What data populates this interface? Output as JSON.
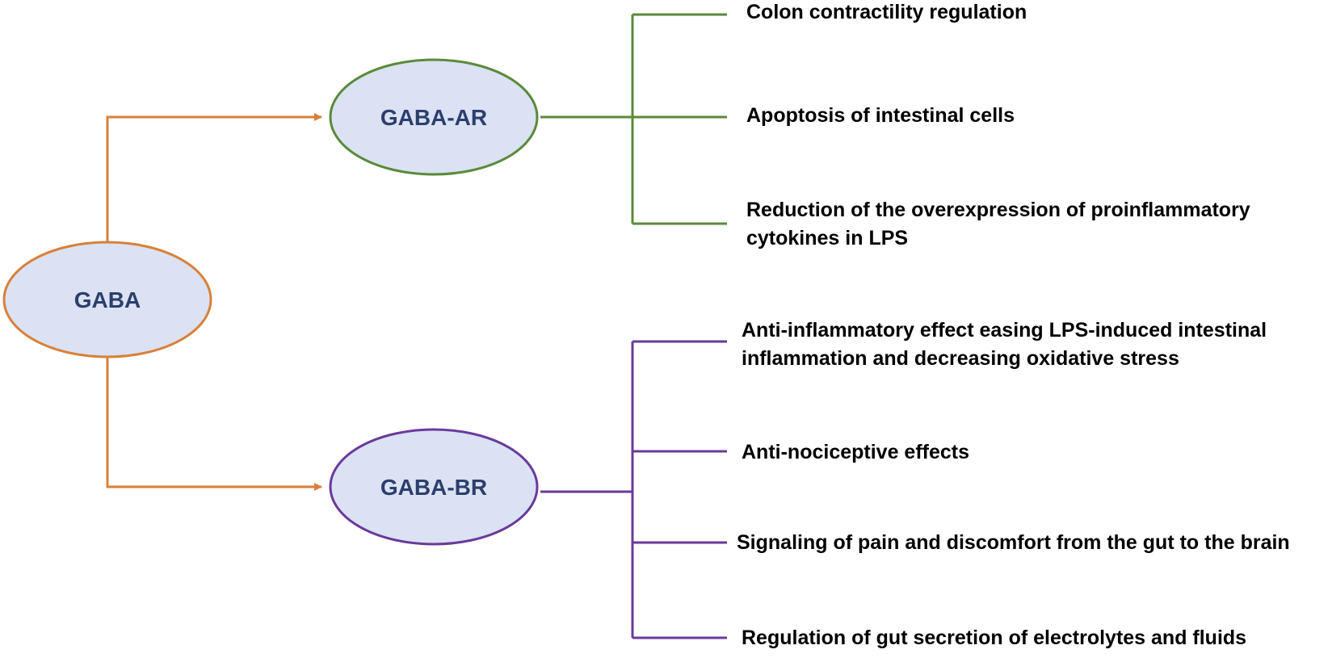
{
  "colors": {
    "gaba": "#d9803a",
    "gaba_ar": "#5a8a3a",
    "gaba_br": "#6a3a9a",
    "node_fill": "#dae2f4",
    "node_text": "#2c3e6b",
    "effect_text": "#000000"
  },
  "nodes": {
    "gaba": "GABA",
    "gaba_ar": "GABA-AR",
    "gaba_br": "GABA-BR"
  },
  "gaba_ar_effects": [
    {
      "lines": [
        "Colon contractility regulation"
      ]
    },
    {
      "lines": [
        "Apoptosis of intestinal cells"
      ]
    },
    {
      "lines": [
        "Reduction of the overexpression of proinflammatory",
        "cytokines in LPS"
      ]
    }
  ],
  "gaba_br_effects": [
    {
      "lines": [
        "Anti-inflammatory effect easing LPS-induced intestinal",
        "inflammation and decreasing oxidative stress"
      ]
    },
    {
      "lines": [
        "Anti-nociceptive effects"
      ]
    },
    {
      "lines": [
        "Signaling of pain and discomfort from the gut to the brain"
      ]
    },
    {
      "lines": [
        "Regulation of gut secretion of electrolytes and fluids"
      ]
    }
  ]
}
